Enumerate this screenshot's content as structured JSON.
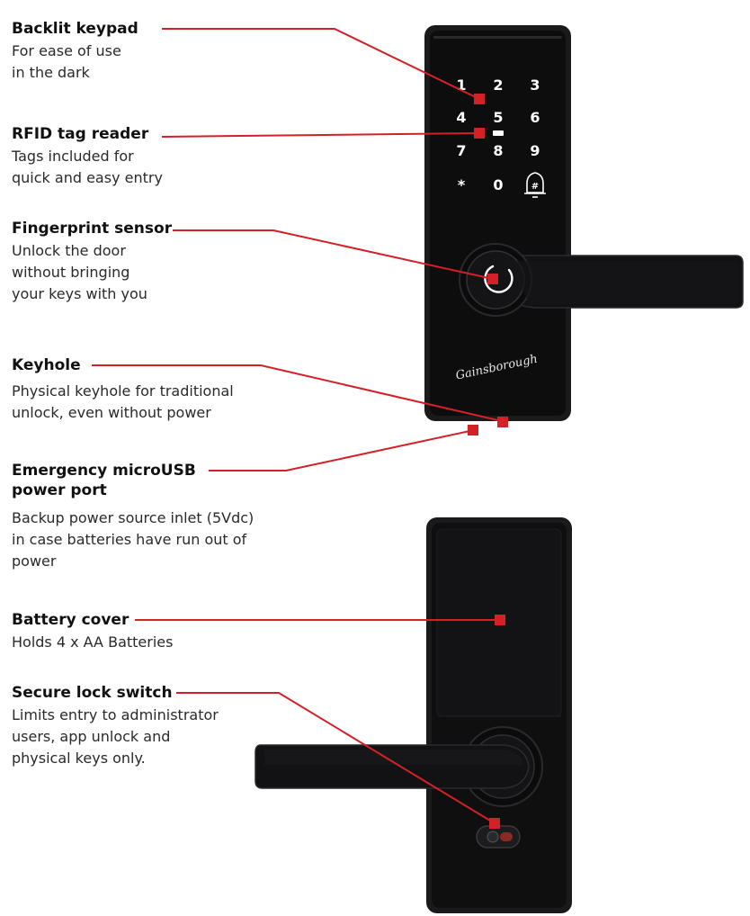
{
  "features": [
    {
      "title": "Backlit keypad",
      "desc": "For ease of use\nin the dark"
    },
    {
      "title": "RFID tag reader",
      "desc": "Tags included for\nquick and easy entry"
    },
    {
      "title": "Fingerprint sensor",
      "desc": "Unlock the door\nwithout bringing\nyour keys with you"
    },
    {
      "title": "Keyhole",
      "desc": "Physical keyhole for traditional\nunlock, even without power"
    },
    {
      "title": "Emergency microUSB\npower port",
      "desc": "Backup power source inlet (5Vdc)\nin case batteries have run out of\npower"
    },
    {
      "title": "Battery cover",
      "desc": "Holds 4 x AA Batteries"
    },
    {
      "title": "Secure lock switch",
      "desc": "Limits entry to administrator\nusers, app unlock and\nphysical keys only."
    }
  ],
  "keypad": {
    "keys": [
      "1",
      "2",
      "3",
      "4",
      "5",
      "6",
      "7",
      "8",
      "9",
      "*",
      "0",
      "#"
    ]
  },
  "brand": "Gainsborough",
  "colors": {
    "accent": "#d42027",
    "lock_body": "#0d0d0e",
    "key_text": "#ffffff"
  }
}
